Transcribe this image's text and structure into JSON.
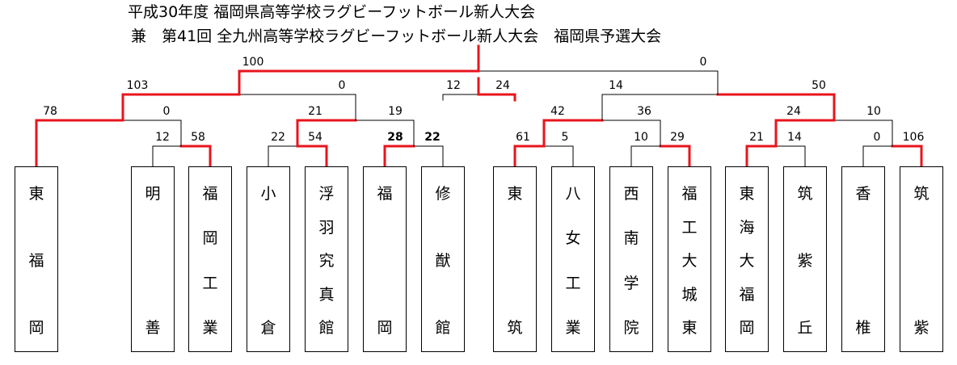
{
  "title_line1": "平成30年度 福岡県高等学校ラグビーフットボール新人大会",
  "title_line2": "兼　第41回 全九州高等学校ラグビーフットボール新人大会　福岡県予選大会",
  "colors": {
    "winner_line": "#e8141c",
    "line": "#000000"
  },
  "teams": [
    {
      "name": "東福岡"
    },
    {
      "name": "明善"
    },
    {
      "name": "福岡工業"
    },
    {
      "name": "小倉"
    },
    {
      "name": "浮羽究真館"
    },
    {
      "name": "福岡"
    },
    {
      "name": "修猷館"
    },
    {
      "name": "東筑"
    },
    {
      "name": "八女工業"
    },
    {
      "name": "西南学院"
    },
    {
      "name": "福工大城東"
    },
    {
      "name": "東海大福岡"
    },
    {
      "name": "筑紫丘"
    },
    {
      "name": "香椎"
    },
    {
      "name": "筑紫"
    }
  ],
  "scores": {
    "r1_m1_a": "12",
    "r1_m1_b": "58",
    "r1_m2_a": "22",
    "r1_m2_b": "54",
    "r1_m3_a": "28",
    "r1_m3_b": "22",
    "r1_m4_a": "61",
    "r1_m4_b": "5",
    "r1_m5_a": "10",
    "r1_m5_b": "29",
    "r1_m6_a": "21",
    "r1_m6_b": "14",
    "r1_m7_a": "0",
    "r1_m7_b": "106",
    "r2_m1_a": "78",
    "r2_m1_b": "0",
    "r2_m2_a": "21",
    "r2_m2_b": "19",
    "r2_m3_a": "42",
    "r2_m3_b": "36",
    "r2_m4_a": "24",
    "r2_m4_b": "10",
    "sf_m1_a": "103",
    "sf_m1_b": "0",
    "sf_m2_a": "14",
    "sf_m2_b": "50",
    "f_a": "100",
    "f_b": "0",
    "third_a": "12",
    "third_b": "24"
  }
}
